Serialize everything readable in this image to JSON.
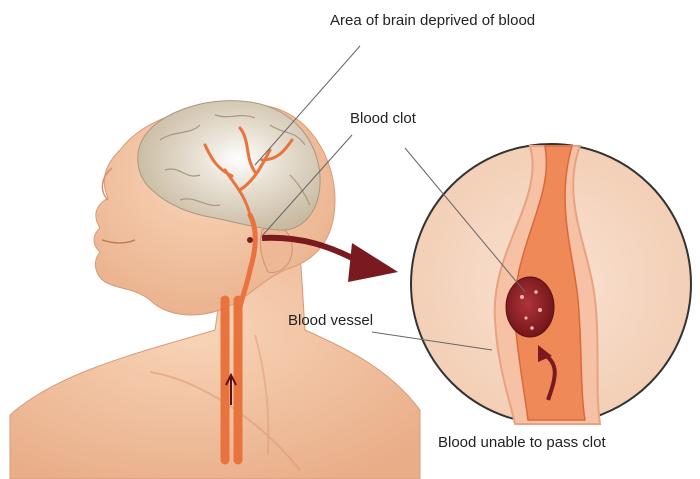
{
  "labels": {
    "area_deprived": "Area of brain deprived of blood",
    "blood_clot": "Blood clot",
    "blood_vessel": "Blood vessel",
    "blood_unable": "Blood unable to pass clot"
  },
  "colors": {
    "skin": "#f3c7a4",
    "skin_shadow": "#e7a985",
    "brain": "#cdbfa8",
    "vessel": "#e8733f",
    "clot": "#8a1f24",
    "arrow": "#7a1a1e",
    "zoom_bg": "#f6d9c4"
  }
}
